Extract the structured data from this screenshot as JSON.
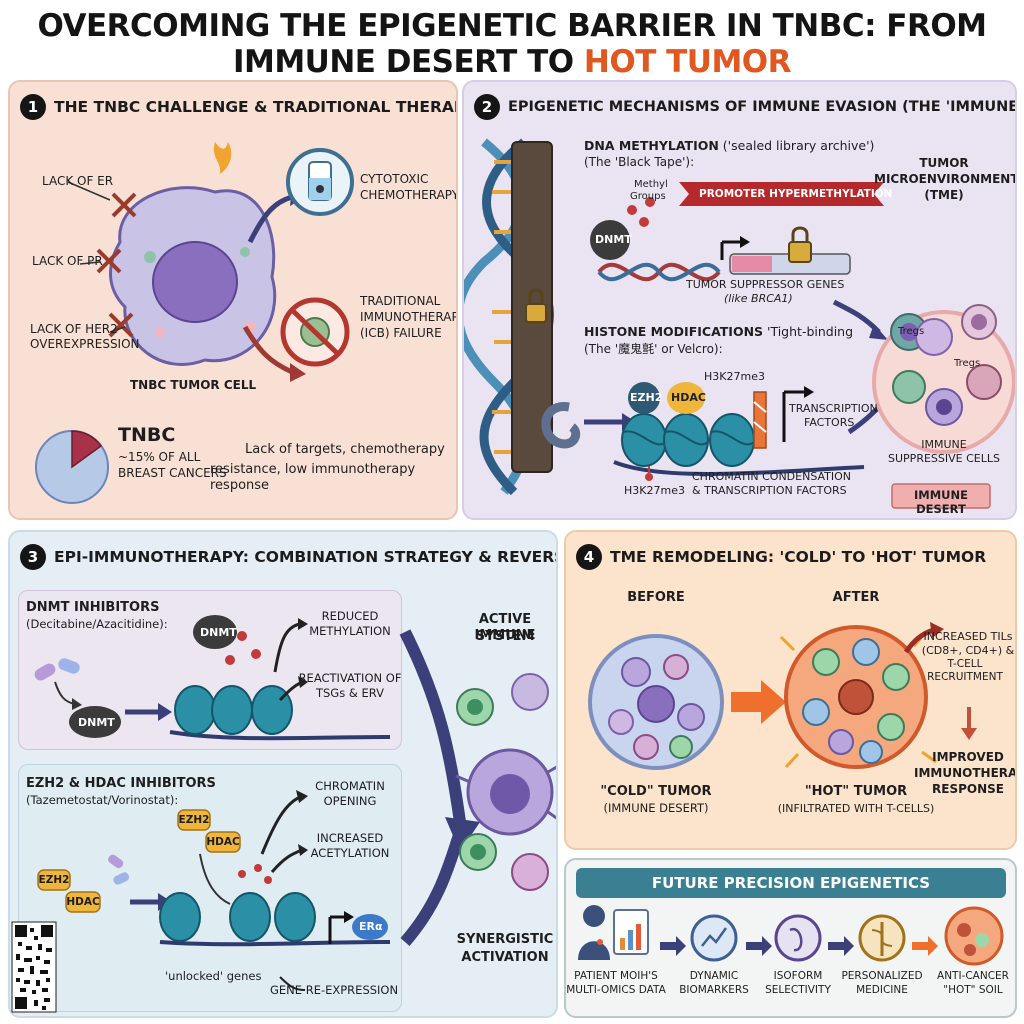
{
  "title": {
    "main": "OVERCOMING THE EPIGENETIC BARRIER IN TNBC: FROM IMMUNE DESERT TO ",
    "highlight": "HOT TUMOR",
    "highlight_color": "#e0571f"
  },
  "panel1": {
    "number": "1",
    "heading": "THE TNBC CHALLENGE & TRADITIONAL THERAPY BOTTLENECK",
    "lack_er": "LACK OF ER",
    "lack_pr": "LACK OF PR",
    "lack_her2_1": "LACK OF HER2",
    "lack_her2_2": "OVEREXPRESSION",
    "cell_label": "TNBC TUMOR CELL",
    "chemo_1": "CYTOTOXIC",
    "chemo_2": "CHEMOTHERAPY",
    "icb_1": "TRADITIONAL",
    "icb_2": "IMMUNOTHERAPY",
    "icb_3": "(ICB) FAILURE",
    "pie_title": "TNBC",
    "pie_sub_1": "~15% OF ALL",
    "pie_sub_2": "BREAST CANCERS",
    "pie_fraction": 0.15,
    "summary_1": "Lack of targets, chemotherapy",
    "summary_2": "resistance, low immunotherapy response"
  },
  "panel2": {
    "number": "2",
    "heading": "EPIGENETIC MECHANISMS OF IMMUNE EVASION (THE 'IMMUNE DESERT')",
    "dna_meth_bold": "DNA METHYLATION",
    "dna_meth_rest": " ('sealed library archive')",
    "black_tape": "(The 'Black Tape'):",
    "methyl_1": "Methyl",
    "methyl_2": "Groups",
    "dnmt": "DNMT",
    "promoter": "PROMOTER HYPERMETHYLATION",
    "tsg": "TUMOR SUPPRESSOR GENES",
    "tsg_like": "(like BRCA1)",
    "histone_bold": "HISTONE MODIFICATIONS",
    "histone_rest": " 'Tight-binding",
    "velcro": "(The '魔鬼氈' or Velcro):",
    "ezh2": "EZH2",
    "hdac": "HDAC",
    "h3k27_top": "H3K27me3",
    "h3k27_bottom": "H3K27me3",
    "tf_1": "TRANSCRIPTION",
    "tf_2": "FACTORS",
    "chromatin_1": "CHROMATIN CONDENSATION",
    "chromatin_2": "& TRANSCRIPTION FACTORS",
    "tme_1": "TUMOR",
    "tme_2": "MICROENVIRONMENT",
    "tme_3": "(TME)",
    "tregs_1": "Tregs",
    "tregs_2": "Tregs",
    "immune_1": "IMMUNE",
    "immune_2": "SUPPRESSIVE CELLS",
    "desert": "IMMUNE DESERT"
  },
  "panel3": {
    "number": "3",
    "heading": "EPI-IMMUNOTHERAPY: COMBINATION STRATEGY & REVERSAL",
    "dnmti": "DNMT INHIBITORS",
    "dnmti_drugs": "(Decitabine/Azacitidine):",
    "dnmt_a": "DNMT",
    "dnmt_b": "DNMT",
    "reduced_1": "REDUCED",
    "reduced_2": "METHYLATION",
    "react_1": "REACTIVATION OF",
    "react_2": "TSGs & ERV",
    "ehi": "EZH2 & HDAC INHIBITORS",
    "ehi_drugs": "(Tazemetostat/Vorinostat):",
    "ezh2_a": "EZH2",
    "hdac_a": "HDAC",
    "ezh2_b": "EZH2",
    "hdac_b": "HDAC",
    "chrom_open_1": "CHROMATIN",
    "chrom_open_2": "OPENING",
    "acet_1": "INCREASED",
    "acet_2": "ACETYLATION",
    "era": "ERα",
    "unlocked": "'unlocked' genes",
    "reexp": "GENE RE-EXPRESSION",
    "active_1": "ACTIVE IMMUNE",
    "active_2": "SYSTEM",
    "syn_1": "SYNERGISTIC",
    "syn_2": "ACTIVATION"
  },
  "panel4": {
    "number": "4",
    "heading": "TME REMODELING: 'COLD' TO 'HOT' TUMOR",
    "before": "BEFORE",
    "after": "AFTER",
    "cold": "\"COLD\" TUMOR",
    "cold_sub": "(IMMUNE DESERT)",
    "hot": "\"HOT\" TUMOR",
    "hot_sub": "(INFILTRATED WITH T-CELLS)",
    "tils_1": "INCREASED TILs",
    "tils_2": "(CD8+, CD4+) &",
    "tils_3": "T-CELL RECRUITMENT",
    "improved_1": "IMPROVED",
    "improved_2": "IMMUNOTHERAPY",
    "improved_3": "RESPONSE"
  },
  "panel5": {
    "banner": "FUTURE PRECISION EPIGENETICS",
    "step1_1": "PATIENT MOIH'S",
    "step1_2": "MULTI-OMICS DATA",
    "step2_1": "DYNAMIC",
    "step2_2": "BIOMARKERS",
    "step3_1": "ISOFORM",
    "step3_2": "SELECTIVITY",
    "step4_1": "PERSONALIZED",
    "step4_2": "MEDICINE",
    "step5_1": "ANTI-CANCER",
    "step5_2": "\"HOT\" SOIL"
  }
}
